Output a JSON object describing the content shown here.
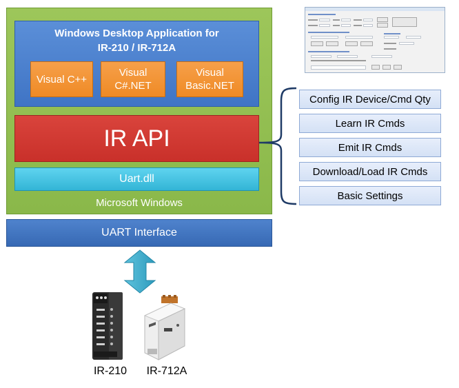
{
  "stack": {
    "app_title": "Windows Desktop Application for IR-210 / IR-712A",
    "languages": [
      {
        "label": "Visual C++"
      },
      {
        "label": "Visual C#.NET"
      },
      {
        "label": "Visual Basic.NET"
      }
    ],
    "ir_api": "IR API",
    "uart_dll": "Uart.dll",
    "os": "Microsoft Windows",
    "interface": "UART Interface"
  },
  "api_functions": [
    "Config IR Device/Cmd Qty",
    "Learn IR Cmds",
    "Emit IR Cmds",
    "Download/Load IR Cmds",
    "Basic Settings"
  ],
  "devices": [
    {
      "name": "IR-210"
    },
    {
      "name": "IR-712A"
    }
  ],
  "colors": {
    "windows_green": "#8ab84a",
    "app_blue": "#3f74c5",
    "language_orange": "#ef8a25",
    "api_red": "#c9302a",
    "dll_cyan": "#33b5d6",
    "interface_blue": "#3769b4",
    "arrow_teal": "#3aa9c8",
    "brace_navy": "#1f3b66"
  }
}
